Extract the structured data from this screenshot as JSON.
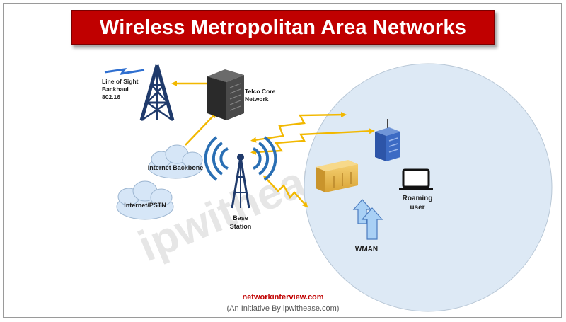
{
  "title": "Wireless Metropolitan Area Networks",
  "watermark": "ipwithease.com",
  "labels": {
    "backhaul": [
      "Line of Sight",
      "Backhaul",
      "802.16"
    ],
    "telco": [
      "Telco Core",
      "Network"
    ],
    "internet_backbone": "Internet Backbone",
    "internet_pstn": "Internet/PSTN",
    "base_station": [
      "Base",
      "Station"
    ],
    "roaming_user": [
      "Roaming",
      "user"
    ],
    "wman": "WMAN"
  },
  "footer": {
    "site": "networkinterview.com",
    "tagline": "(An Initiative By ipwithease.com)"
  },
  "colors": {
    "banner": "#c00000",
    "link": "#f2b800",
    "tower": "#1f3a6b",
    "cloud": "#d6e6f7",
    "region": "#dde9f5"
  }
}
